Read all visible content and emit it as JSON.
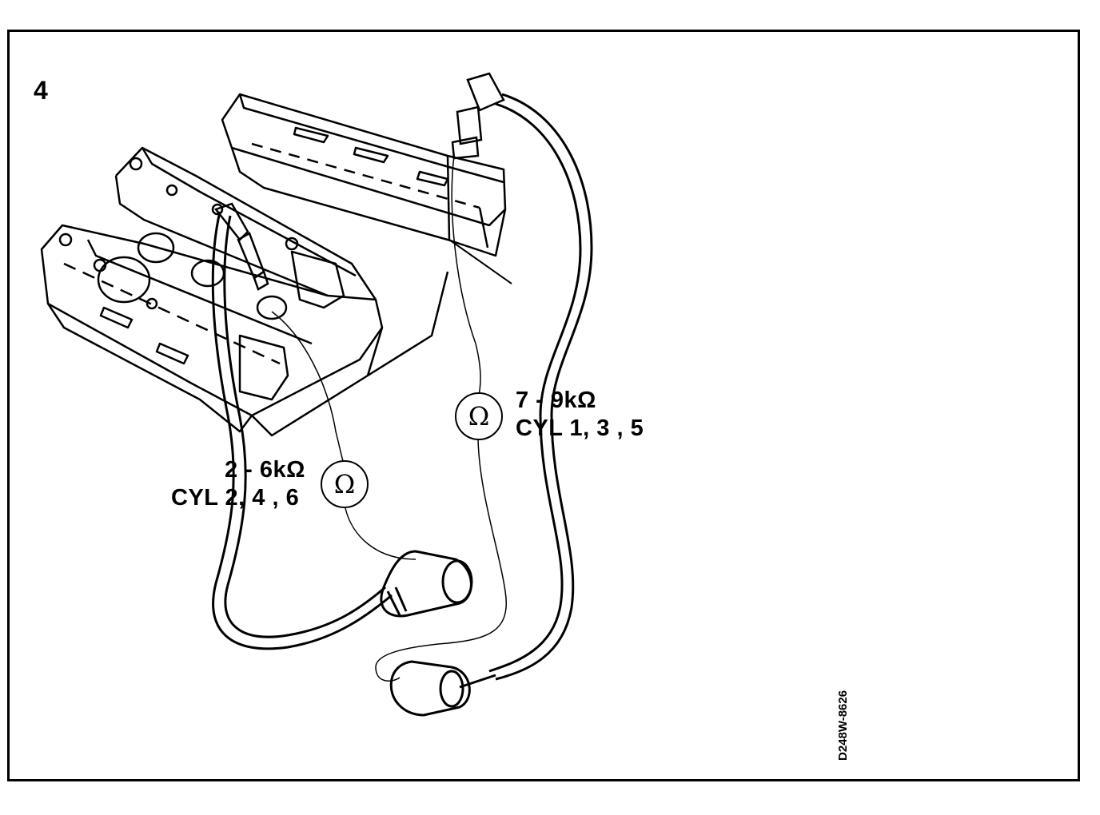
{
  "figure": {
    "number": "4",
    "code": "D248W-8626"
  },
  "meters": [
    {
      "symbol": "Ω",
      "resistance": "7 - 9kΩ",
      "cylinders": "CYL 1, 3 , 5"
    },
    {
      "symbol": "Ω",
      "resistance": "2 - 6kΩ",
      "cylinders": "CYL 2, 4 , 6"
    }
  ]
}
